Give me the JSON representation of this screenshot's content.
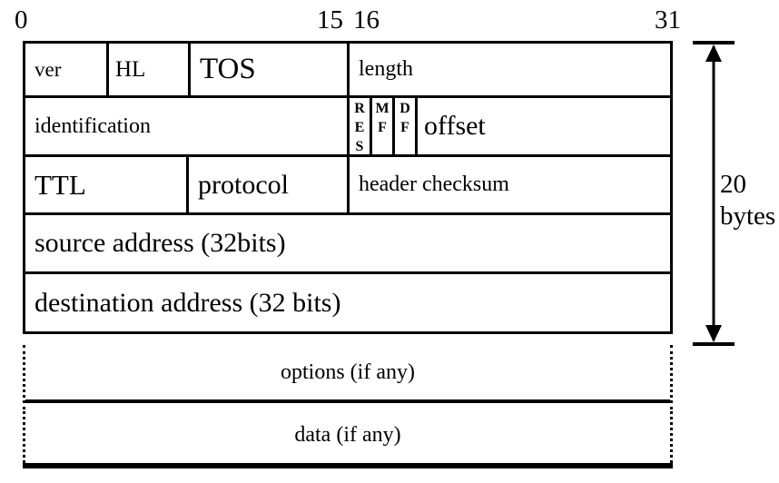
{
  "diagram": {
    "bit_scale": {
      "zero": "0",
      "fifteen": "15",
      "sixteen": "16",
      "thirty_one": "31"
    },
    "row1": {
      "ver": "ver",
      "hl": "HL",
      "tos": "TOS",
      "length": "length"
    },
    "row2": {
      "identification": "identification",
      "flag_res": [
        "R",
        "E",
        "S"
      ],
      "flag_mf": [
        "M",
        "F"
      ],
      "flag_df": [
        "D",
        "F"
      ],
      "offset": "offset"
    },
    "row3": {
      "ttl": "TTL",
      "protocol": "protocol",
      "header_checksum": "header checksum"
    },
    "row4": {
      "label": "source address (32bits)"
    },
    "row5": {
      "label": "destination address (32 bits)"
    },
    "row6": {
      "label": "options (if any)"
    },
    "row7": {
      "label": "data (if any)"
    },
    "size_annotation": {
      "value": "20",
      "unit": "bytes"
    },
    "colors": {
      "line": "#000000",
      "background": "#ffffff"
    }
  }
}
